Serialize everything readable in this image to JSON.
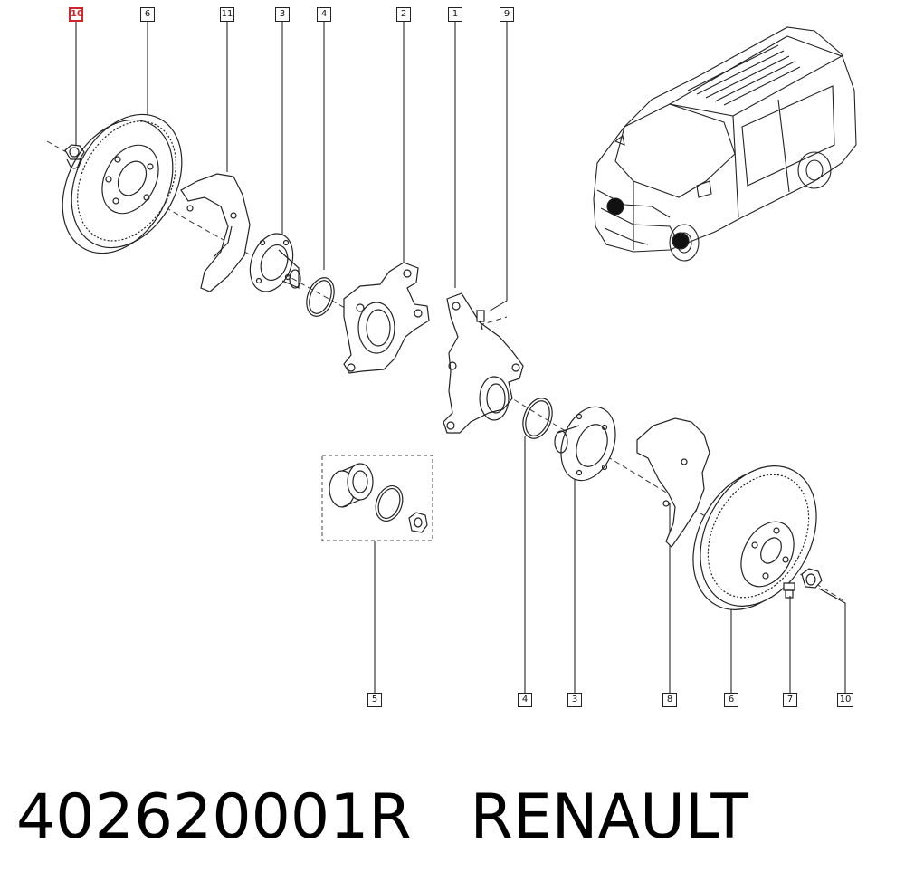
{
  "callouts": {
    "c10_top": "10",
    "c6_top": "6",
    "c11_top": "11",
    "c3_top": "3",
    "c4_top": "4",
    "c2_top": "2",
    "c1_top": "1",
    "c9_top": "9",
    "c5_bot": "5",
    "c4_bot": "4",
    "c3_bot": "3",
    "c8_bot": "8",
    "c6_bot": "6",
    "c7_bot": "7",
    "c10_bot": "10"
  },
  "caption": "402620001R   RENAULT",
  "highlight_color": "#d0262b"
}
